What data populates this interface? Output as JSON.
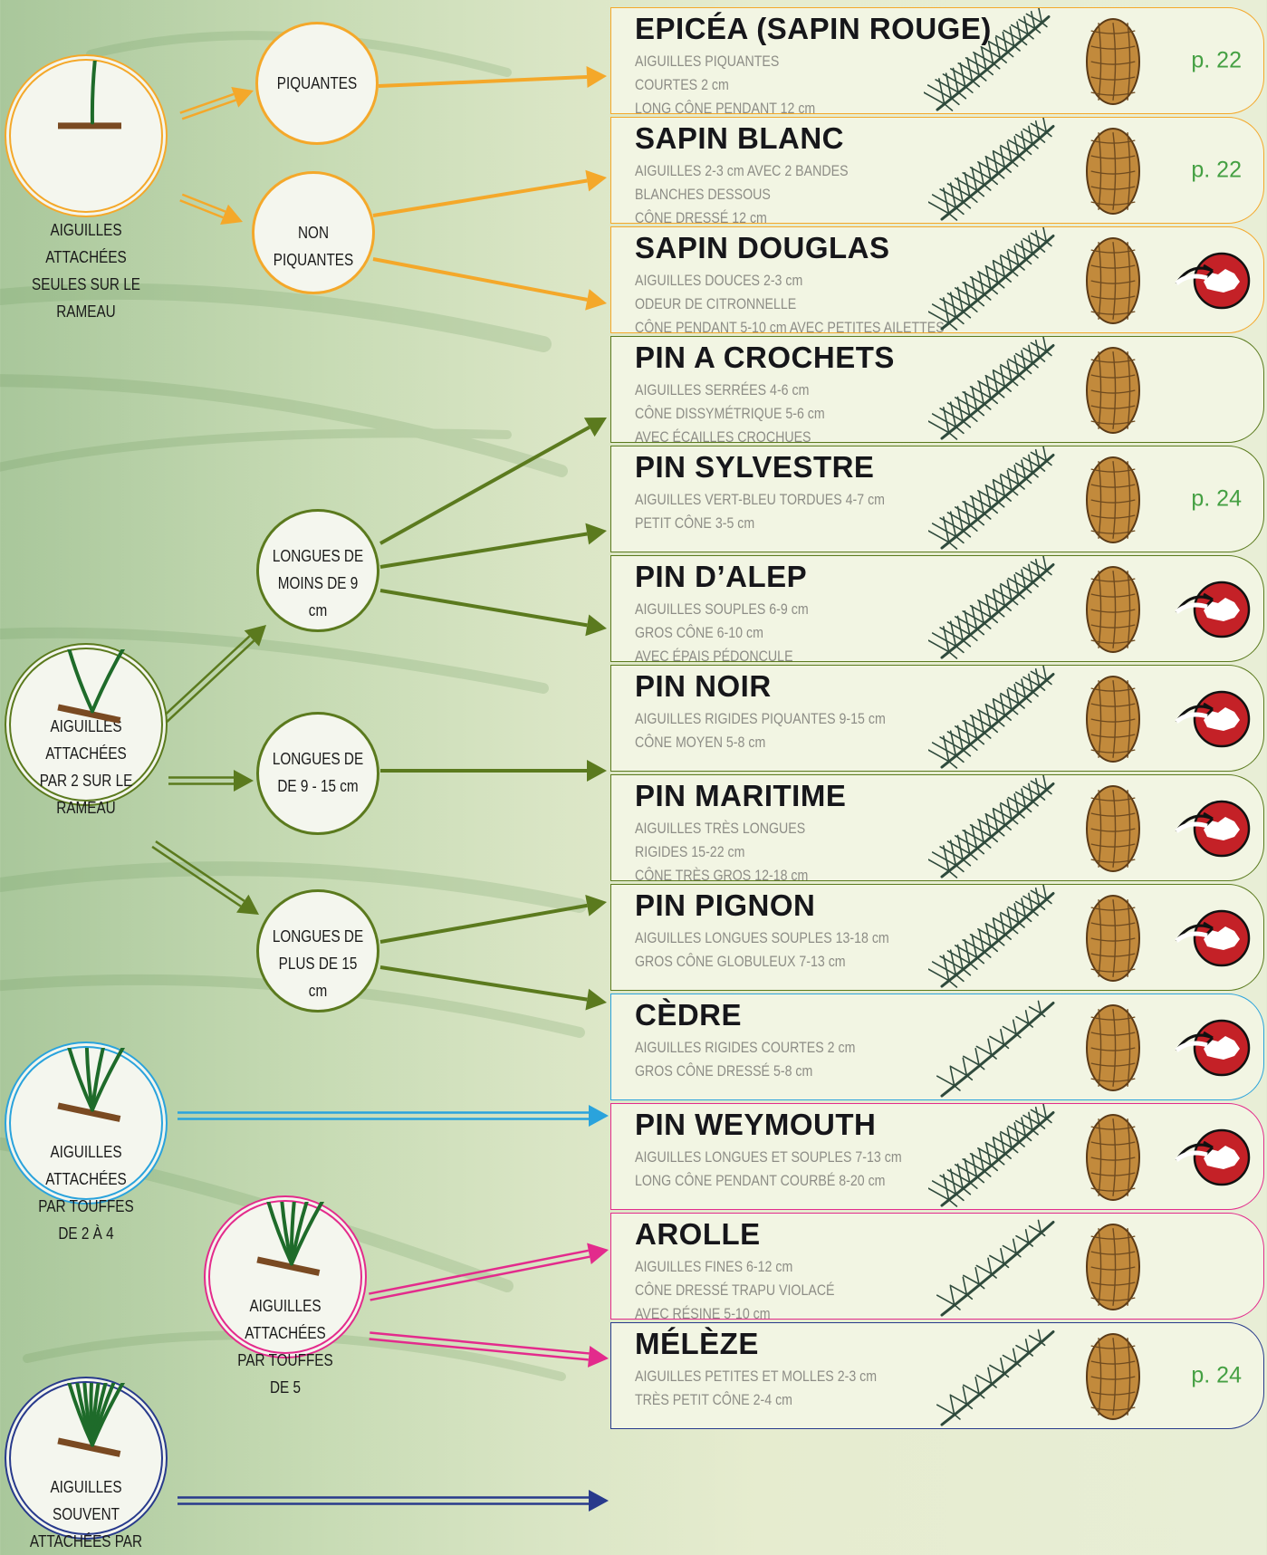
{
  "colors": {
    "orange": "#f4a82a",
    "green": "#5b7a1e",
    "blue": "#2aa3dc",
    "pink": "#e32b8c",
    "navy": "#283a8c",
    "page_ref": "#45a043",
    "swiss_red": "#c42127"
  },
  "groups": [
    {
      "id": "single",
      "label_lines": [
        "AIGUILLES ATTACHÉES",
        "SEULES SUR LE",
        "RAMEAU"
      ],
      "color": "orange"
    },
    {
      "id": "pairs",
      "label_lines": [
        "AIGUILLES ATTACHÉES",
        "PAR 2 SUR LE",
        "RAMEAU"
      ],
      "color": "green"
    },
    {
      "id": "tufts24",
      "label_lines": [
        "AIGUILLES ATTACHÉES",
        "PAR TOUFFES",
        "DE 2 À 4"
      ],
      "color": "blue"
    },
    {
      "id": "tufts5",
      "label_lines": [
        "AIGUILLES ATTACHÉES",
        "PAR TOUFFES",
        "DE 5"
      ],
      "color": "pink"
    },
    {
      "id": "many",
      "label_lines": [
        "AIGUILLES  SOUVENT",
        "ATTACHÉES PAR"
      ],
      "color": "navy"
    }
  ],
  "subgroups": [
    {
      "id": "piquantes",
      "label_lines": [
        "PIQUANTES"
      ],
      "color": "orange"
    },
    {
      "id": "non_piquantes",
      "label_lines": [
        "NON PIQUANTES"
      ],
      "color": "orange"
    },
    {
      "id": "moins9",
      "label_lines": [
        "LONGUES DE",
        "MOINS DE 9 cm"
      ],
      "color": "green"
    },
    {
      "id": "de9a15",
      "label_lines": [
        "LONGUES DE",
        "DE 9 - 15 cm"
      ],
      "color": "green"
    },
    {
      "id": "plus15",
      "label_lines": [
        "LONGUES DE",
        "PLUS DE 15 cm"
      ],
      "color": "green"
    }
  ],
  "species": [
    {
      "name": "EPICÉA (SAPIN ROUGE)",
      "lines": [
        "AIGUILLES PIQUANTES",
        "COURTES 2 cm",
        "LONG CÔNE PENDANT 12 cm"
      ],
      "page": "p. 22",
      "swiss_icon": false,
      "color": "orange"
    },
    {
      "name": "SAPIN BLANC",
      "lines": [
        "AIGUILLES 2-3 cm AVEC 2 BANDES",
        "BLANCHES DESSOUS",
        "CÔNE DRESSÉ 12 cm"
      ],
      "page": "p. 22",
      "swiss_icon": false,
      "color": "orange"
    },
    {
      "name": "SAPIN DOUGLAS",
      "lines": [
        "AIGUILLES DOUCES 2-3 cm",
        "ODEUR DE CITRONNELLE",
        "CÔNE PENDANT 5-10 cm AVEC PETITES AILETTES"
      ],
      "page": "",
      "swiss_icon": true,
      "color": "orange"
    },
    {
      "name": "PIN A CROCHETS",
      "lines": [
        "AIGUILLES SERRÉES 4-6 cm",
        "CÔNE DISSYMÉTRIQUE 5-6 cm",
        "AVEC ÉCAILLES CROCHUES"
      ],
      "page": "",
      "swiss_icon": false,
      "color": "green"
    },
    {
      "name": "PIN SYLVESTRE",
      "lines": [
        "AIGUILLES VERT-BLEU TORDUES 4-7 cm",
        "PETIT CÔNE 3-5 cm"
      ],
      "page": "p. 24",
      "swiss_icon": false,
      "color": "green"
    },
    {
      "name": "PIN D’ALEP",
      "lines": [
        "AIGUILLES SOUPLES 6-9 cm",
        "GROS CÔNE 6-10 cm",
        "AVEC ÉPAIS PÉDONCULE"
      ],
      "page": "",
      "swiss_icon": true,
      "color": "green"
    },
    {
      "name": "PIN NOIR",
      "lines": [
        "AIGUILLES RIGIDES PIQUANTES 9-15 cm",
        "CÔNE MOYEN 5-8 cm"
      ],
      "page": "",
      "swiss_icon": true,
      "color": "green"
    },
    {
      "name": "PIN MARITIME",
      "lines": [
        "AIGUILLES TRÈS LONGUES",
        "RIGIDES 15-22 cm",
        "CÔNE TRÈS GROS 12-18 cm"
      ],
      "page": "",
      "swiss_icon": true,
      "color": "green"
    },
    {
      "name": "PIN PIGNON",
      "lines": [
        "AIGUILLES LONGUES SOUPLES 13-18 cm",
        "GROS CÔNE GLOBULEUX 7-13 cm"
      ],
      "page": "",
      "swiss_icon": true,
      "color": "green"
    },
    {
      "name": "CÈDRE",
      "lines": [
        "AIGUILLES RIGIDES COURTES 2 cm",
        "GROS CÔNE DRESSÉ 5-8 cm"
      ],
      "page": "",
      "swiss_icon": true,
      "color": "blue"
    },
    {
      "name": "PIN WEYMOUTH",
      "lines": [
        "AIGUILLES LONGUES ET SOUPLES 7-13 cm",
        "LONG CÔNE PENDANT COURBÉ 8-20 cm"
      ],
      "page": "",
      "swiss_icon": true,
      "color": "pink"
    },
    {
      "name": "AROLLE",
      "lines": [
        "AIGUILLES FINES 6-12 cm",
        "CÔNE DRESSÉ TRAPU VIOLACÉ",
        "AVEC RÉSINE 5-10 cm"
      ],
      "page": "",
      "swiss_icon": false,
      "color": "pink"
    },
    {
      "name": "MÉLÈZE",
      "lines": [
        "AIGUILLES PETITES ET MOLLES 2-3 cm",
        "TRÈS PETIT CÔNE 2-4 cm"
      ],
      "page": "p. 24",
      "swiss_icon": false,
      "color": "navy"
    }
  ],
  "icons": {
    "group": "needle-cluster-icon",
    "branch": "conifer-branch-icon",
    "cone": "pine-cone-icon",
    "swiss": "switzerland-exotic-icon"
  }
}
